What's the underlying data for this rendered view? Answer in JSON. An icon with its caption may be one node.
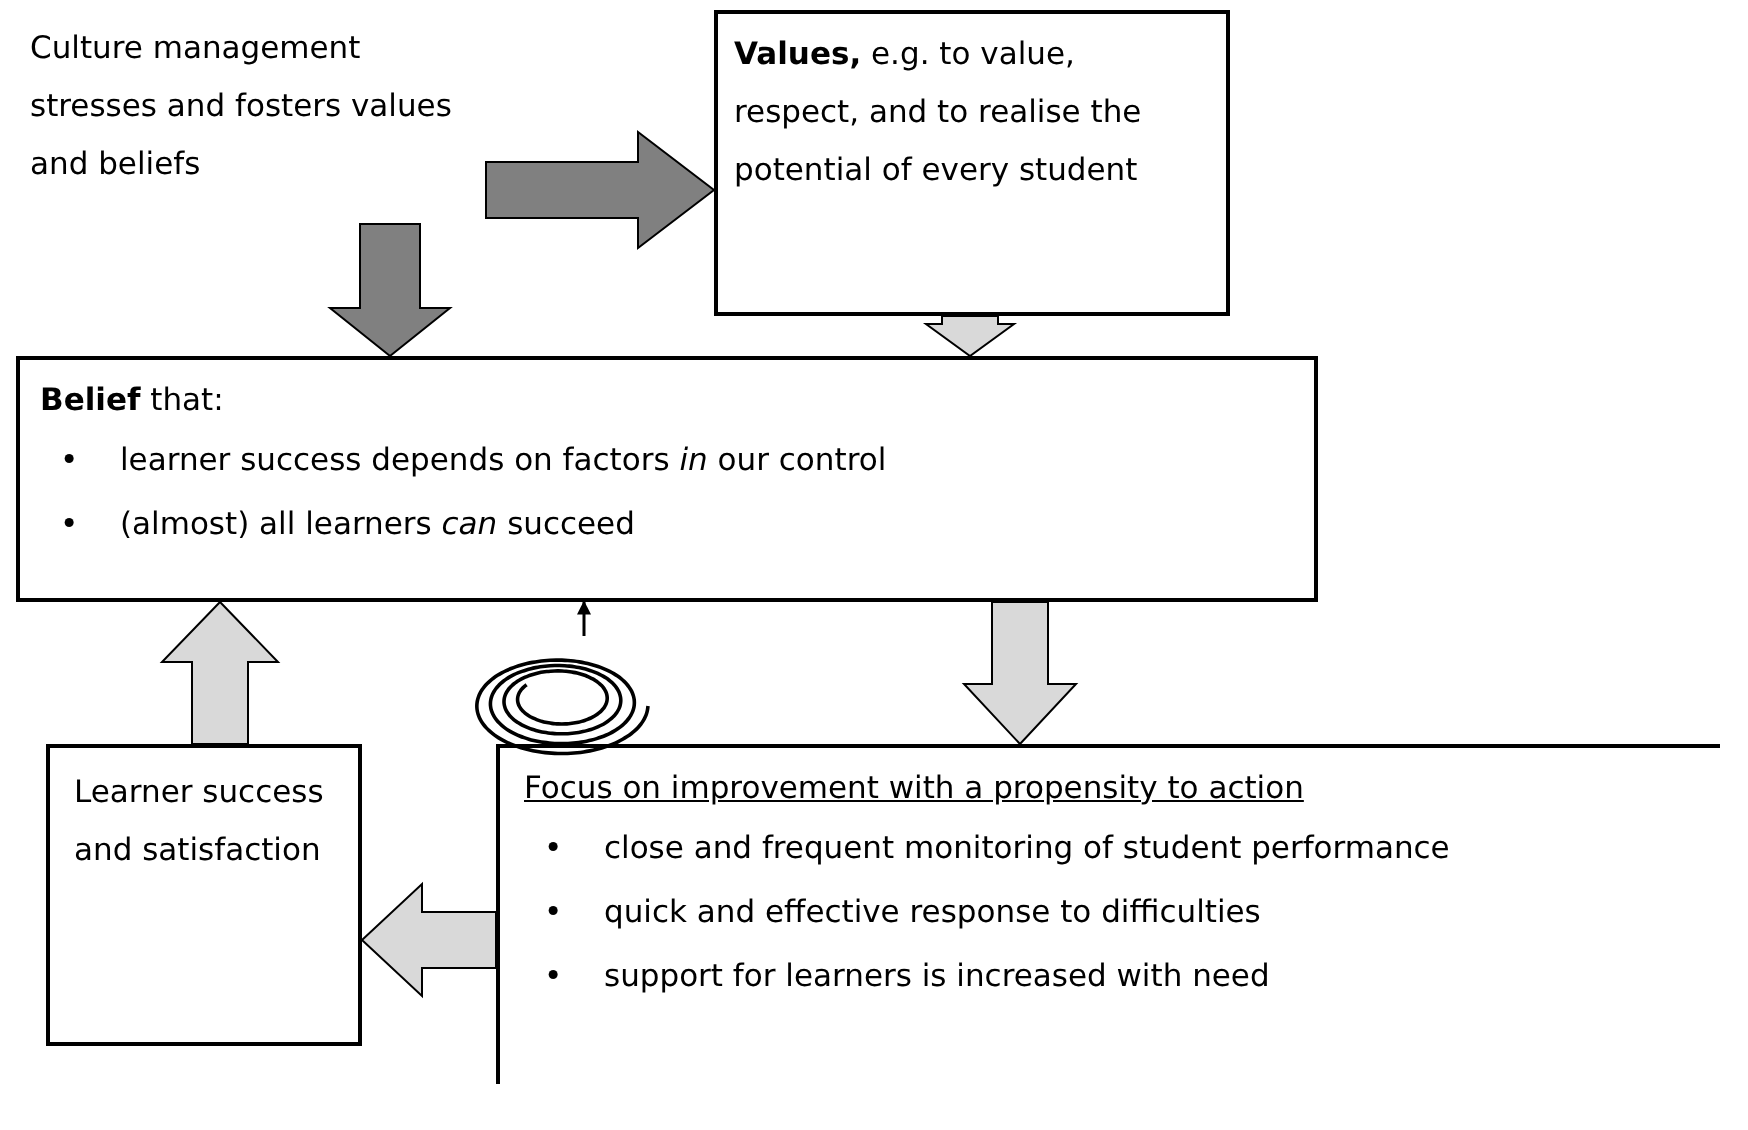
{
  "diagram": {
    "nodes": [
      {
        "text": [
          "Culture management stresses and fosters values and beliefs"
        ]
      },
      {
        "text": [
          "**Values,** e.g. to value, respect, and to realise the potential of every student"
        ]
      },
      {
        "text": [
          "**Belief** that:",
          "•",
          "learner success depends on factors *in* our control",
          "•",
          "(almost) all learners *can* succeed"
        ]
      },
      {
        "text": [
          "Learner success and satisfaction"
        ]
      },
      {
        "text": [
          "Focus on improvement with a propensity to action",
          "•",
          "close and frequent monitoring of student performance",
          "•",
          "quick and effective response to difficulties",
          "•",
          "support for learners is increased with need"
        ]
      },
      {
        "text": [],
        "shape": "spiral"
      }
    ],
    "edges": [
      {
        "from": 0,
        "to": 1,
        "arrow": "to",
        "style": "thick",
        "color": "#808080"
      },
      {
        "from": 0,
        "to": 2,
        "arrow": "to",
        "style": "thick",
        "color": "#808080"
      },
      {
        "from": 1,
        "to": 2,
        "arrow": "to",
        "style": "thick"
      },
      {
        "from": 2,
        "to": 4,
        "arrow": "to",
        "style": "thick"
      },
      {
        "from": 4,
        "to": 3,
        "arrow": "to",
        "style": "thick"
      },
      {
        "from": 3,
        "to": 2,
        "arrow": "to",
        "style": "thick"
      },
      {
        "from": 5,
        "to": 2,
        "arrow": "to",
        "color": "#000000"
      }
    ]
  }
}
